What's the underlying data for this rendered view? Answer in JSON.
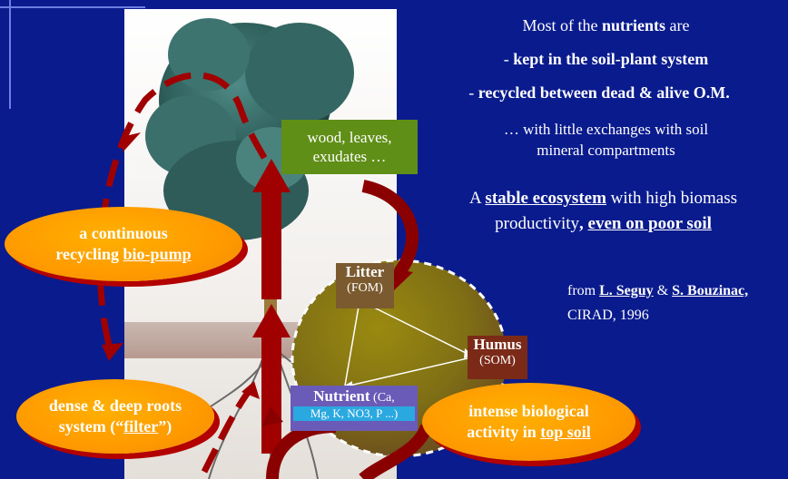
{
  "header_lines": {
    "line1_prefix": "Most of the ",
    "line1_bold": "nutrients",
    "line1_suffix": " are",
    "line2_dash": "- ",
    "line2": "kept in the soil-plant system",
    "line3_dash": "- ",
    "line3": "recycled between dead & alive O.M."
  },
  "exchange_text": {
    "line1": "… with little exchanges with soil",
    "line2": "mineral compartments"
  },
  "stable_text": {
    "prefix": "A ",
    "underlined": "stable ecosystem",
    "middle": " with high biomass",
    "line2": "productivity",
    "comma": ", ",
    "underlined2": "even on poor soil"
  },
  "source": {
    "from": "from ",
    "author1": "L. Seguy",
    "amp": " & ",
    "author2": "S. Bouzinac,",
    "org": "CIRAD, 1996"
  },
  "boxes": {
    "wood": {
      "line1": "wood, leaves,",
      "line2": "exudates …"
    },
    "litter": {
      "title": "Litter",
      "sub": "(FOM)"
    },
    "humus": {
      "title": "Humus",
      "sub": "(SOM)"
    },
    "nutrient": {
      "title": "Nutrient",
      "detail1": " (Ca,",
      "detail2": "Mg, K, NO3, P ...)"
    }
  },
  "ellipses": {
    "biopump": {
      "line1": "a continuous",
      "line2_prefix": "recycling ",
      "line2_u": "bio-pump"
    },
    "roots": {
      "line1": "dense & deep roots",
      "line2_prefix": "system (“",
      "line2_u": "filter",
      "line2_suffix": "”)"
    },
    "topsoil": {
      "line1": "intense biological",
      "line2_prefix": "activity in ",
      "line2_u": "top soil"
    }
  },
  "colors": {
    "background": "#0a1b8e",
    "ellipse_fill": "#ff9a00",
    "arrow_red": "#a00000",
    "wood_box": "#5f8f16",
    "litter_box": "#7a5a2e",
    "humus_box": "#7c2a18",
    "nutrient_box": "#6b5bb8"
  }
}
